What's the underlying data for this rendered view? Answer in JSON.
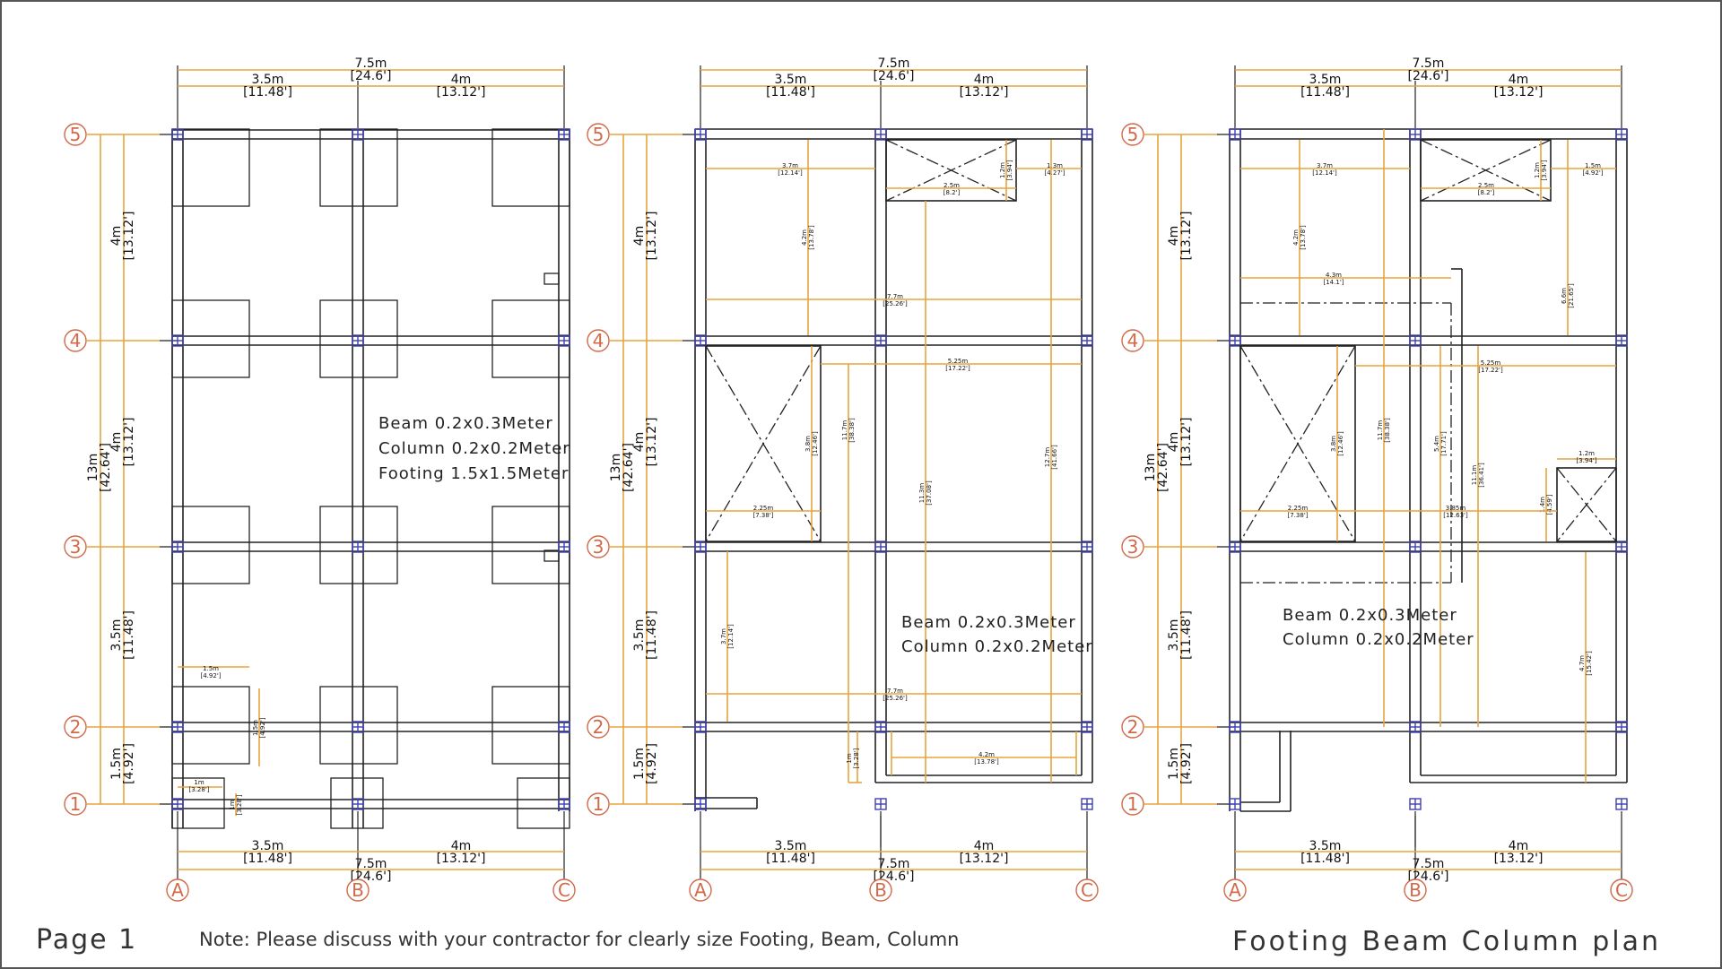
{
  "page_label": "Page 1",
  "note": "Note: Please discuss with your contractor for clearly size Footing, Beam, Column",
  "sheet_title": "Footing Beam Column plan",
  "grid": {
    "rows": [
      "5",
      "4",
      "3",
      "2",
      "1"
    ],
    "cols": [
      "A",
      "B",
      "C"
    ]
  },
  "dimensions": {
    "total_width": {
      "m": "7.5m",
      "ft": "[24.6']"
    },
    "bay_ab": {
      "m": "3.5m",
      "ft": "[11.48']"
    },
    "bay_bc": {
      "m": "4m",
      "ft": "[13.12']"
    },
    "total_height": {
      "m": "13m",
      "ft": "[42.64']"
    },
    "row_5_4": {
      "m": "4m",
      "ft": "[13.12']"
    },
    "row_4_3": {
      "m": "4m",
      "ft": "[13.12']"
    },
    "row_3_2": {
      "m": "3.5m",
      "ft": "[11.48']"
    },
    "row_2_1": {
      "m": "1.5m",
      "ft": "[4.92']"
    }
  },
  "plans": [
    {
      "notes": [
        "Beam  0.2x0.3Meter",
        "Column  0.2x0.2Meter",
        "Footing  1.5x1.5Meter"
      ],
      "small_dims": [
        "1.5m",
        "[4.92']",
        "1m",
        "[3.28']",
        "1m",
        "[3.28']"
      ]
    },
    {
      "notes": [
        "Beam  0.2x0.3Meter",
        "Column  0.2x0.2Meter"
      ],
      "small_dims": [
        "3.7m",
        "[12.14']",
        "4.2m",
        "[13.78']",
        "2.5m",
        "[8.2']",
        "1.2m",
        "[3.94']",
        "1.3m",
        "[4.27']",
        "7.7m",
        "[25.26']",
        "5.25m",
        "[17.22']",
        "3.8m",
        "[12.46']",
        "11.7m",
        "[38.38']",
        "11.3m",
        "[37.08']",
        "12.7m",
        "[41.66']",
        "2.25m",
        "[7.38']",
        "3.7m",
        "[12.14']",
        "7.7m",
        "[25.26']",
        "1m",
        "[3.28']",
        "4.2m",
        "[13.78']"
      ]
    },
    {
      "notes": [
        "Beam  0.2x0.3Meter",
        "Column  0.2x0.2Meter"
      ],
      "small_dims": [
        "3.7m",
        "[12.14']",
        "4.2m",
        "[13.78']",
        "2.5m",
        "[8.2']",
        "1.2m",
        "[3.94']",
        "1.5m",
        "[4.92']",
        "4.3m",
        "[14.1']",
        "6.6m",
        "[21.65']",
        "5.25m",
        "[17.22']",
        "3.8m",
        "[12.46']",
        "11.7m",
        "[38.38']",
        "5.4m",
        "[17.71']",
        "11.1m",
        "[36.41']",
        "1.2m",
        "[3.94']",
        "1.4m",
        "[4.59']",
        "2.25m",
        "[7.38']",
        "3.85m",
        "[12.63']",
        "4.7m",
        "[15.42']"
      ]
    }
  ]
}
